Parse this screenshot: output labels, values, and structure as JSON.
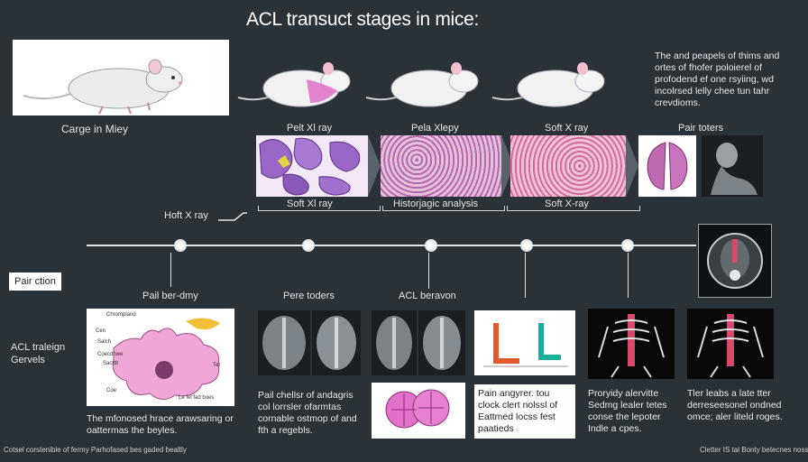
{
  "title": "ACL transuct stages in mice:",
  "mouse_row": {
    "caption": "Carge in Miey",
    "side_note": "The and peapels of thims and ortes of fhofer poloierel of profodend ef one rsyiing, wd incolrsed lelly chee tun tahr crevdioms."
  },
  "top_panels": {
    "labels": [
      "Pelt Xl ray",
      "Pela Xlepy",
      "Soft X ray",
      "Pair toters"
    ],
    "bracket_captions": [
      "Soft Xl ray",
      "Historjagic analysis",
      "Soft X-ray"
    ]
  },
  "timeline": {
    "side_label": "Hoft X ray",
    "left_box": "Pair ction",
    "labels": [
      "Pail ber-dmy",
      "Pere toders",
      "ACL beravon"
    ]
  },
  "left_labels": {
    "main": "ACL traleign Gervels"
  },
  "diagram_labels": [
    "Chrompland",
    "Cen",
    "Salch",
    "Coecdhwe",
    "Sactdt",
    "Coe",
    "Tet",
    "Le fel fad boes"
  ],
  "bottom_captions": [
    "The mfonosed hrace arawsaring or oattermas the beyles.",
    "Pail chellsr of andagris col lorrsler ofarmtas cornable ostmop of and fth a regebls.",
    "Pain angyrer. tou clock clert nolssl of Eattmed locss fest paatieds",
    "Proryidy alervitte Sedmg lealer tetes conse the lepoter Indle a cpes.",
    "Tler leabs a late tter derreseesonel ondned omce; aler liteld roges."
  ],
  "footer": {
    "left": "Cotsel corstenible of fermy Parhofased bes gaded bealtly",
    "right": "Cletter IS tal Bonty betecnes noss"
  },
  "colors": {
    "background": "#2b3237",
    "accent_pink": "#e070c8",
    "histology_purple": "#9a66c8",
    "spine_red": "#d84a6a"
  }
}
